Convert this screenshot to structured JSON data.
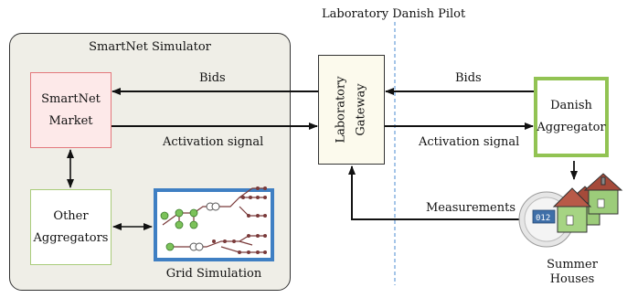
{
  "top_label": "Laboratory Danish Pilot",
  "simulator": {
    "title": "SmartNet Simulator",
    "market": [
      "SmartNet",
      "Market"
    ],
    "other_aggregators": [
      "Other",
      "Aggregators"
    ],
    "grid_simulation": "Grid Simulation"
  },
  "gateway": [
    "Laboratory",
    "Gateway"
  ],
  "danish_aggregator": [
    "Danish",
    "Aggregator"
  ],
  "arrows": {
    "bids_left": "Bids",
    "bids_right": "Bids",
    "activation_left": "Activation signal",
    "activation_right": "Activation signal",
    "measurements": "Measurements"
  },
  "summer_houses": [
    "Summer",
    "Houses"
  ],
  "meter_display": "012",
  "colors": {
    "sim_bg": "#efeee7",
    "market_border": "#e3787c",
    "market_bg": "#fde9e9",
    "others_border": "#a9cb7a",
    "danish_border": "#92c353",
    "grid_border": "#3f7fc3",
    "divider": "#6a9fd8"
  }
}
